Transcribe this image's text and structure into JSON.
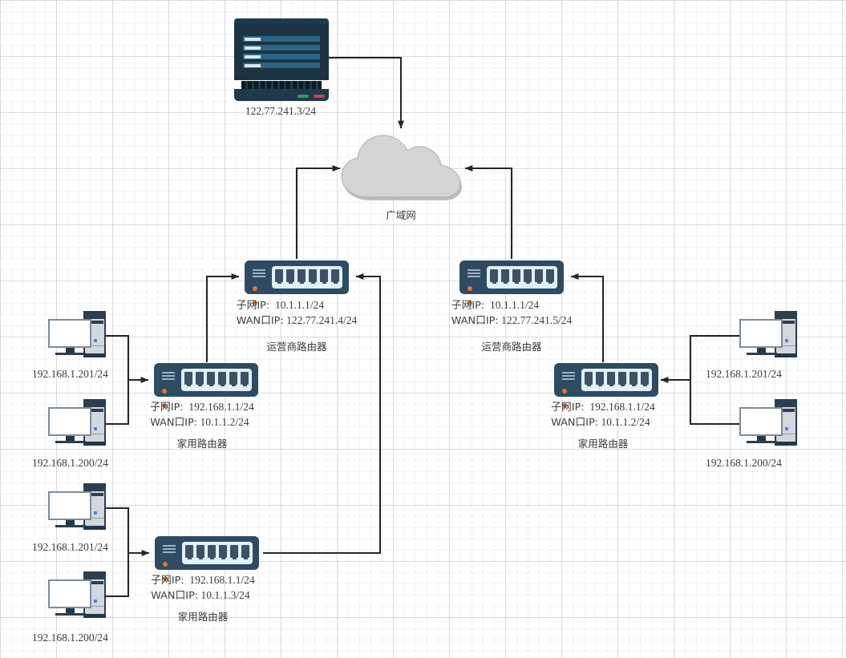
{
  "diagram": {
    "title": "network-topology",
    "wan": {
      "label": "广域网",
      "icon": "cloud-icon"
    },
    "server": {
      "ip": "122.77.241.3/24",
      "icon": "server-icon"
    },
    "isp_routers": [
      {
        "id": "isp-left",
        "icon": "router-icon",
        "subnet_label": "子网IP:",
        "subnet_ip": "10.1.1.1/24",
        "wan_label": "WAN口IP:",
        "wan_ip": "122.77.241.4/24",
        "role": "运营商路由器"
      },
      {
        "id": "isp-right",
        "icon": "router-icon",
        "subnet_label": "子网IP:",
        "subnet_ip": "10.1.1.1/24",
        "wan_label": "WAN口IP:",
        "wan_ip": "122.77.241.5/24",
        "role": "运营商路由器"
      }
    ],
    "home_routers": [
      {
        "id": "home-left-top",
        "icon": "router-icon",
        "subnet_label": "子网IP:",
        "subnet_ip": "192.168.1.1/24",
        "wan_label": "WAN口IP:",
        "wan_ip": "10.1.1.2/24",
        "role": "家用路由器"
      },
      {
        "id": "home-left-bottom",
        "icon": "router-icon",
        "subnet_label": "子网IP:",
        "subnet_ip": "192.168.1.1/24",
        "wan_label": "WAN口IP:",
        "wan_ip": "10.1.1.3/24",
        "role": "家用路由器"
      },
      {
        "id": "home-right",
        "icon": "router-icon",
        "subnet_label": "子网IP:",
        "subnet_ip": "192.168.1.1/24",
        "wan_label": "WAN口IP:",
        "wan_ip": "10.1.1.2/24",
        "role": "家用路由器"
      }
    ],
    "hosts": [
      {
        "id": "pc-lt-1",
        "icon": "desktop-pc-icon",
        "ip": "192.168.1.201/24"
      },
      {
        "id": "pc-lt-2",
        "icon": "desktop-pc-icon",
        "ip": "192.168.1.200/24"
      },
      {
        "id": "pc-lb-1",
        "icon": "desktop-pc-icon",
        "ip": "192.168.1.201/24"
      },
      {
        "id": "pc-lb-2",
        "icon": "desktop-pc-icon",
        "ip": "192.168.1.200/24"
      },
      {
        "id": "pc-r-1",
        "icon": "desktop-pc-icon",
        "ip": "192.168.1.201/24"
      },
      {
        "id": "pc-r-2",
        "icon": "desktop-pc-icon",
        "ip": "192.168.1.200/24"
      }
    ],
    "colors": {
      "router_body": "#2e4b63",
      "server_body": "#1b3343",
      "cloud_fill": "#d4d4d4",
      "cloud_stroke": "#9a9a9a",
      "connector": "#262626",
      "text": "#3d3d3d",
      "led_orange": "#e2763a",
      "led_green": "#2e9d5c",
      "led_red": "#c04a5a",
      "grid": "#e6e6e6"
    }
  }
}
